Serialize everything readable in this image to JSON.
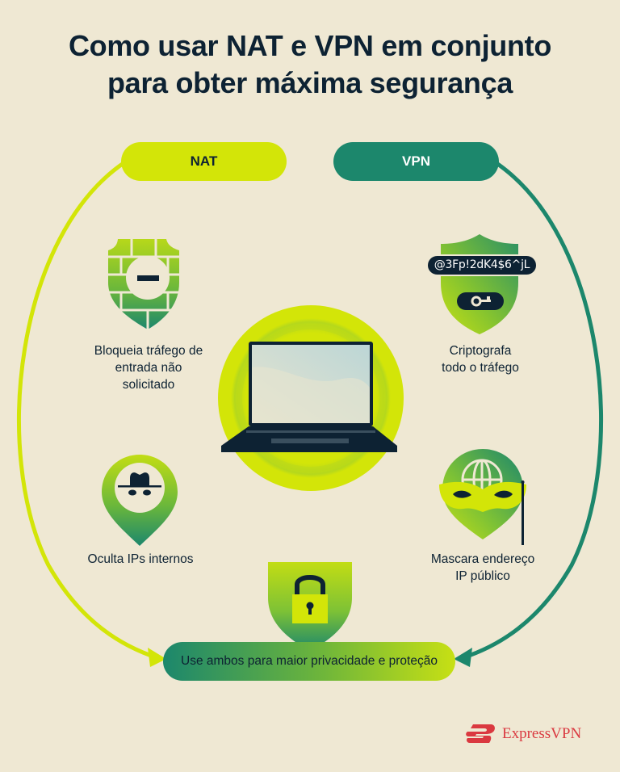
{
  "title": {
    "line1": "Como usar NAT e VPN em conjunto",
    "line2": "para obter máxima segurança"
  },
  "columns": {
    "nat": {
      "label": "NAT",
      "color": "#d3e508"
    },
    "vpn": {
      "label": "VPN",
      "color": "#1c876c"
    }
  },
  "features": {
    "nat": [
      {
        "icon": "shield-wall-icon",
        "lines": [
          "Bloqueia tráfego de",
          "entrada não",
          "solicitado"
        ]
      },
      {
        "icon": "incognito-pin-icon",
        "lines": [
          "Oculta IPs internos"
        ]
      }
    ],
    "vpn": [
      {
        "icon": "shield-key-icon",
        "lines": [
          "Criptografa",
          "todo o tráfego"
        ],
        "code": "@3Fp!2dK4$6^jL"
      },
      {
        "icon": "masked-globe-pin-icon",
        "lines": [
          "Mascara endereço",
          "IP público"
        ]
      }
    ]
  },
  "center": {
    "icon": "laptop-icon"
  },
  "bottom": {
    "icon": "shield-lock-icon",
    "label": "Use ambos para maior privacidade e proteção"
  },
  "brand": {
    "name": "ExpressVPN",
    "color": "#da3940"
  },
  "colors": {
    "background": "#efe8d3",
    "dark": "#0d2233",
    "lime": "#d3e508",
    "teal": "#1c876c"
  }
}
